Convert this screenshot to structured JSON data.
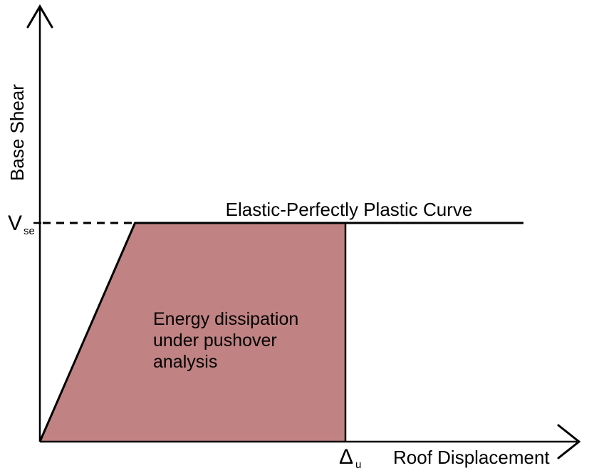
{
  "figure": {
    "title": "Elastic-Perfectly Plastic Curve",
    "y_axis": {
      "label": "Base Shear",
      "value_label": "V",
      "value_label_subscript": "se"
    },
    "x_axis": {
      "label": "Roof Displacement",
      "value_label": "Δ",
      "value_label_subscript": "u"
    },
    "region": {
      "lines": [
        "Energy dissipation",
        "under pushover",
        "analysis"
      ]
    },
    "colors": {
      "region_fill": "#c18283",
      "line": "#000000",
      "background": "#ffffff"
    }
  },
  "chart_data": {
    "type": "line",
    "title": "Elastic-Perfectly Plastic Curve",
    "xlabel": "Roof Displacement",
    "ylabel": "Base Shear",
    "axes_numeric": false,
    "grid": false,
    "series": [
      {
        "name": "Elastic-Perfectly Plastic Curve",
        "x_normalized": [
          0,
          0.18,
          0.9
        ],
        "y_normalized": [
          0,
          0.5,
          0.5
        ],
        "note": "Bilinear curve: linear elastic rise from origin to yield at V_se, then flat plastic plateau at V_se"
      }
    ],
    "annotations": [
      {
        "text": "V_se",
        "type": "y-axis value marker",
        "y_normalized": 0.5,
        "style": "dashed leader line from y-axis to yield point"
      },
      {
        "text": "Δ_u",
        "type": "x-axis value marker",
        "x_normalized": 0.57
      },
      {
        "text": "Energy dissipation under pushover analysis",
        "type": "shaded region label"
      }
    ],
    "shaded_region": {
      "fill": "#c18283",
      "description": "Area under the curve from origin to Δ_u",
      "vertices_normalized": [
        [
          0,
          0
        ],
        [
          0.18,
          0.5
        ],
        [
          0.57,
          0.5
        ],
        [
          0.57,
          0
        ]
      ]
    }
  }
}
